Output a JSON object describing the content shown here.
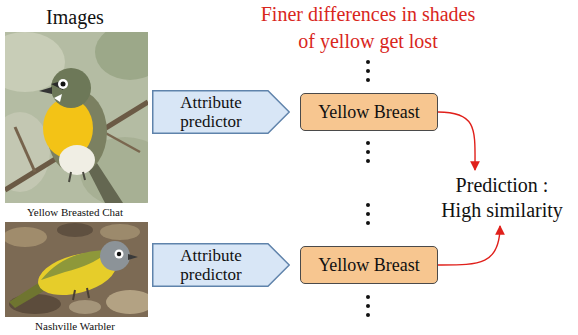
{
  "diagram": {
    "nodes": [
      {
        "text": [
          "Attribute predictor"
        ]
      },
      {
        "text": [
          "Yellow Breast"
        ]
      },
      {
        "text": [
          "Attribute predictor"
        ]
      },
      {
        "text": [
          "Yellow Breast"
        ]
      },
      {
        "text": [
          "Prediction :",
          "High similarity"
        ]
      }
    ],
    "edges": [
      {
        "from": 1,
        "to": 4,
        "arrow": "to"
      },
      {
        "from": 3,
        "to": 4,
        "arrow": "to"
      }
    ],
    "labels": [
      "Images",
      "Finer differences in shades of yellow get lost",
      "Yellow Breasted Chat",
      "Nashville Warbler"
    ]
  }
}
